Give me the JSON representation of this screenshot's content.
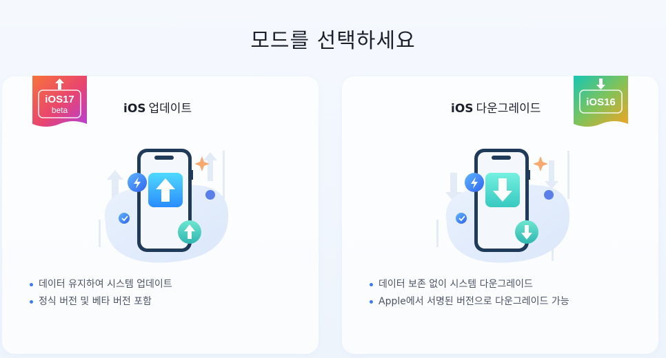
{
  "page": {
    "title": "모드를 선택하세요"
  },
  "modes": [
    {
      "id": "update",
      "title_bold": "iOS",
      "title_rest": "업데이트",
      "badge": {
        "line1": "iOS17",
        "line2": "beta",
        "colors": [
          "#f76b3c",
          "#c03ccf"
        ]
      },
      "features": [
        "데이터 유지하여 시스템 업데이트",
        "정식 버전 및 베타 버전 포함"
      ],
      "icon": "arrow-up-icon"
    },
    {
      "id": "downgrade",
      "title_bold": "iOS",
      "title_rest": "다운그레이드",
      "badge": {
        "line1": "iOS16",
        "line2": "",
        "colors": [
          "#1dc7a8",
          "#f2a823"
        ]
      },
      "features": [
        "데이터 보존 없이 시스템 다운그레이드",
        "Apple에서 서명된 버전으로 다운그레이드 가능"
      ],
      "icon": "arrow-down-icon"
    }
  ],
  "colors": {
    "accent": "#3a7cf6",
    "phone_frame": "#203a5a"
  }
}
